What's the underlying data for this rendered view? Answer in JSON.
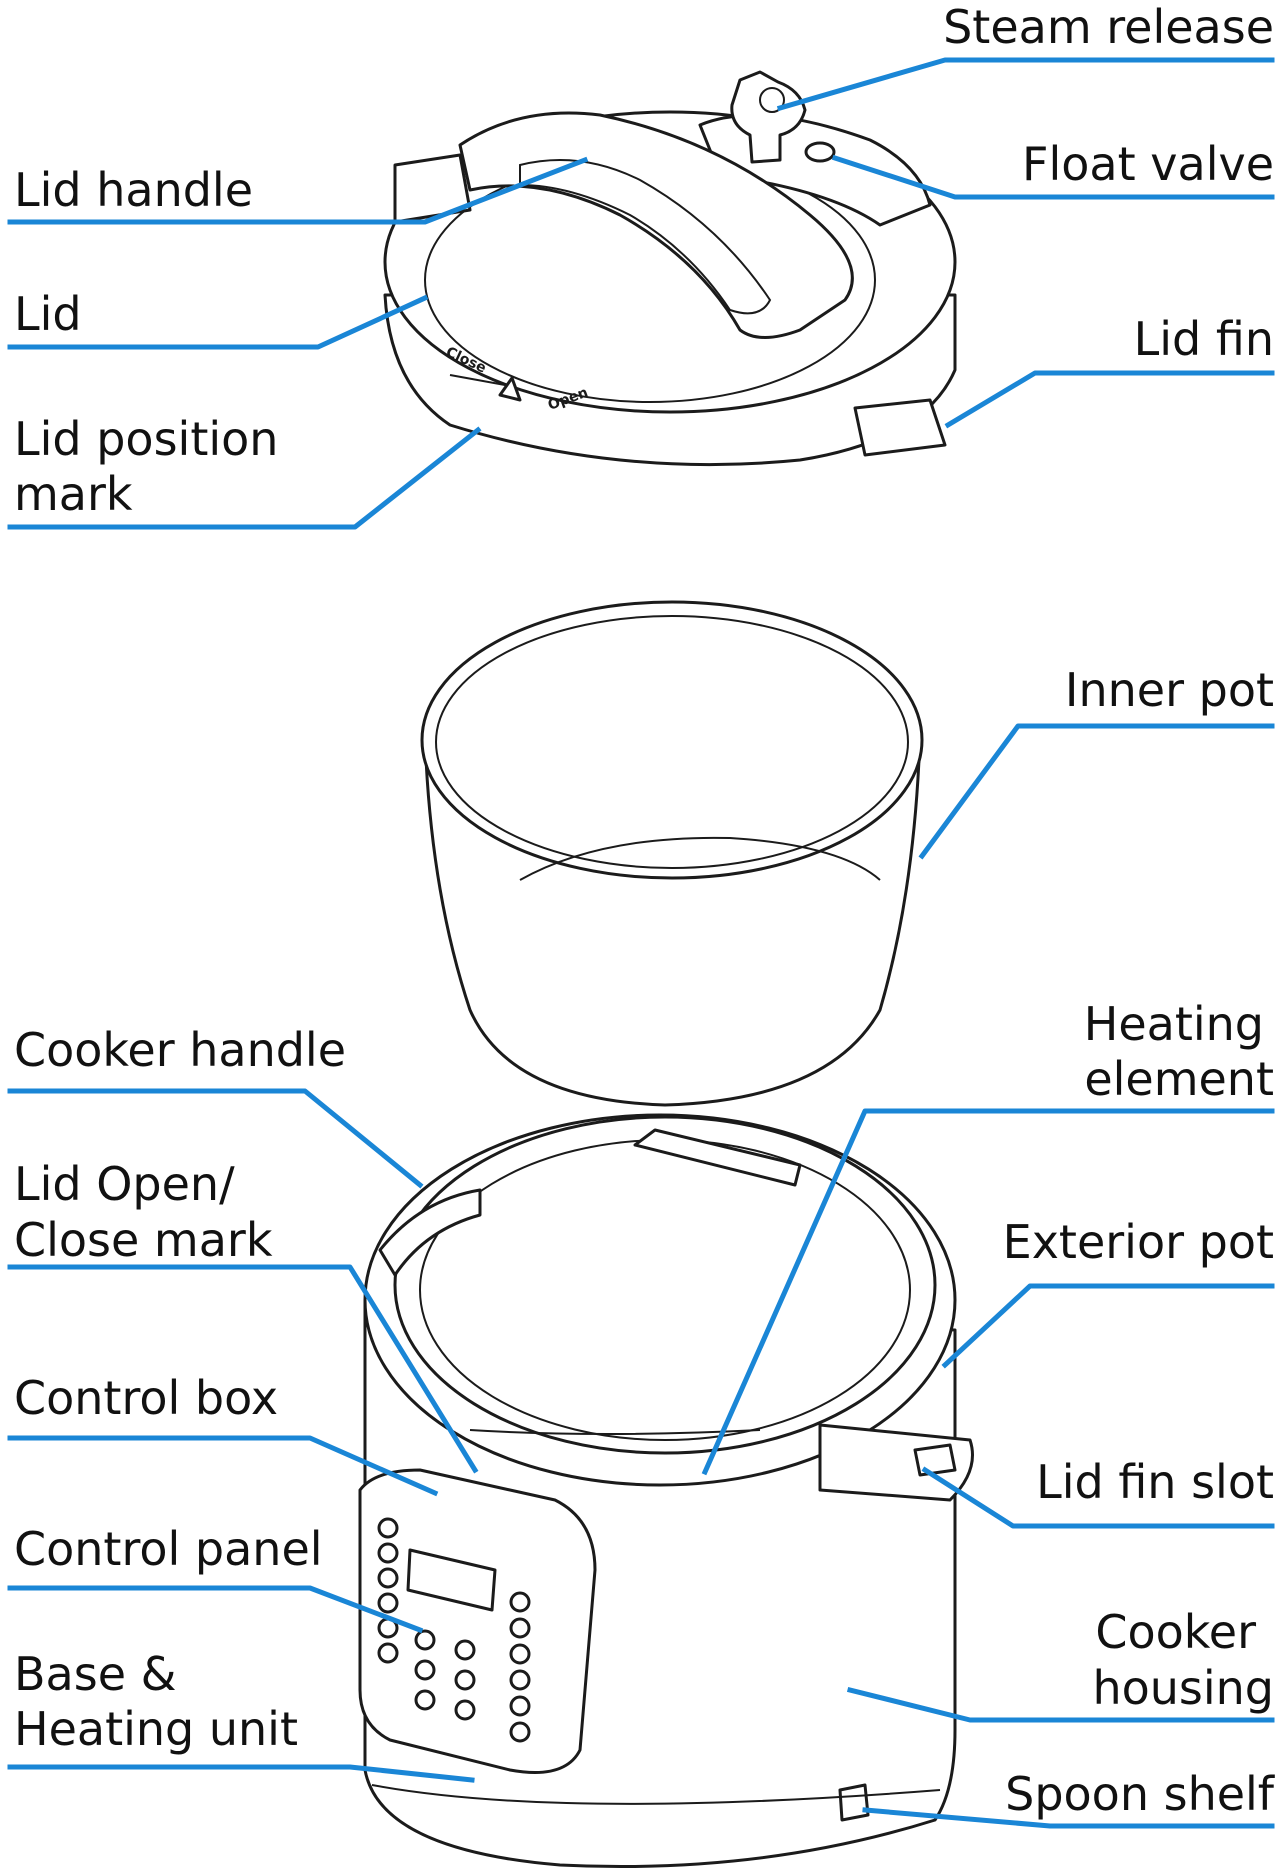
{
  "colors": {
    "leader": "#1a86d6",
    "outline": "#1b1b1b",
    "text": "#111111"
  },
  "labels": {
    "steam_release": "Steam release",
    "float_valve": "Float valve",
    "lid_handle": "Lid handle",
    "lid": "Lid",
    "lid_fin": "Lid fin",
    "lid_position_mark_1": "Lid position",
    "lid_position_mark_2": "mark",
    "inner_pot": "Inner pot",
    "cooker_handle": "Cooker handle",
    "heating_element_1": "Heating",
    "heating_element_2": "element",
    "lid_open_close_mark_1": "Lid Open/",
    "lid_open_close_mark_2": "Close mark",
    "exterior_pot": "Exterior pot",
    "control_box": "Control box",
    "lid_fin_slot": "Lid fin slot",
    "control_panel": "Control panel",
    "cooker_housing_1": "Cooker",
    "cooker_housing_2": "housing",
    "base_heating_unit_1": "Base &",
    "base_heating_unit_2": "Heating unit",
    "spoon_shelf": "Spoon shelf"
  },
  "lid_marks": {
    "close": "Close",
    "open": "Open"
  }
}
